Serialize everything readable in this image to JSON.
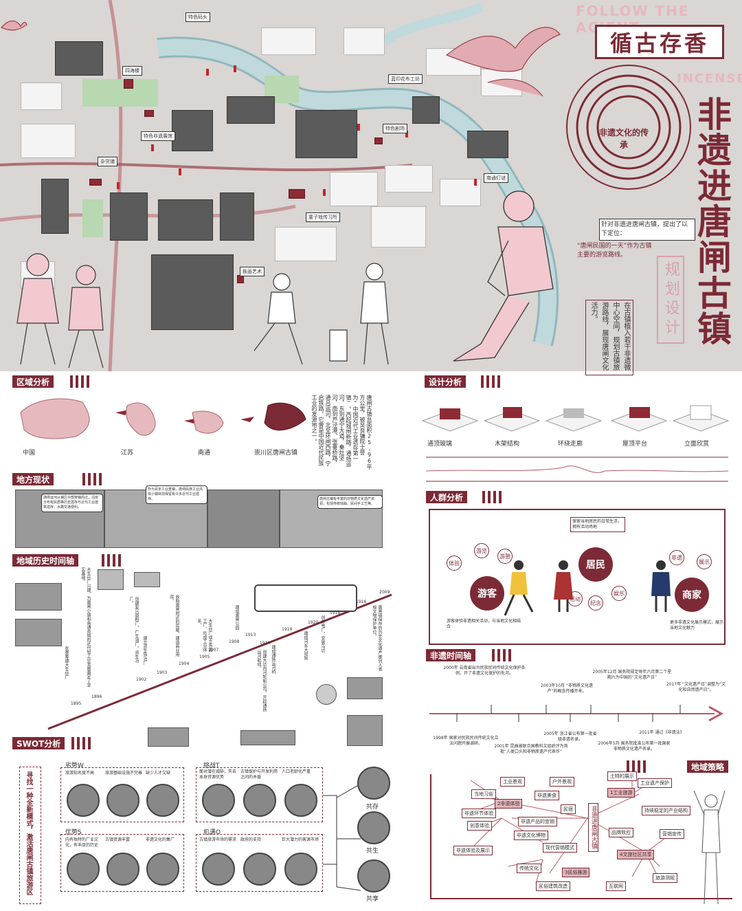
{
  "header": {
    "en_line1": "FOLLOW THE ACIENT",
    "en_line2": "INCENSE",
    "cn_boxed": "循古存香",
    "main_title": "非遗进唐闸古镇",
    "sub_title": "规划设计",
    "circle_text": "非遗文化的传承",
    "positioning_lead": "针对非遗进唐闸古镇，提出了以下定位：",
    "positioning_text": "“唐闸民国的一天”作为古镇主要的游览路线。",
    "vertical_text": "在古镇植入若干非遗微中心空间，规划古镇旅游路线，展现唐闸文化活力。"
  },
  "map_labels": [
    "特色码头",
    "四海楼",
    "蓝印花布工坊",
    "特色非遗展馆",
    "特色剧场",
    "杂货铺",
    "南通灯谜",
    "童子戏传习所",
    "板画艺术"
  ],
  "sections": {
    "region": "区域分析",
    "status": "地方现状",
    "timeline": "地域历史时间轴",
    "swot": "SWOT分析",
    "design": "设计分析",
    "crowd": "人群分析",
    "ich_timeline": "非遗时间轴",
    "strategy": "地域策略"
  },
  "region": {
    "places": [
      "中国",
      "江苏",
      "南通",
      "崇川区唐闸古镇"
    ],
    "desc": "唐闸古镇总面积25.96平方公里，被吴良镛院士誉为“中国近代工业遗存第一镇”。西起城闸新路，通扬运河，东到通宁大道，秦灶坚河，南到芦泾港、张謇桥路，通吕运河，北至环闸西路，宁启铁路。它曾是中国近代民族工业的发源地之一。"
  },
  "status": {
    "note1": "通扬运河从镇区中部穿镇而过，沿岸分布有民居等历史遗存与近代工业建筑遗存，水路交通便利。",
    "note2": "作为百年工业重镇，唐闸民族工业风情小镇目前保留有众多近代工业遗存。",
    "note3": "唐闸古镇有丰富的非物质文化遗产资源，包括传统戏曲、民间手工艺等。"
  },
  "history": {
    "years": [
      "1895",
      "1896",
      "1902",
      "1903",
      "1904",
      "1905",
      "1907",
      "1908",
      "1913",
      "1914",
      "1916",
      "1919",
      "1920",
      "1916",
      "2009"
    ],
    "events": [
      "张謇筹建大生纱厂",
      "大生纱厂兴建，为唐闸小镇和南通县城的近代轻工业发展奠定了坚实基础。",
      "创建复兴面粉厂，广生油厂，资生冶厂。",
      "建立资生铁冶厂",
      "收购唐闸附近的房屋，建造商业用房。",
      "大生纱厂成立各类工厂，形成工业体系。",
      "建成唐闸公园",
      "创建大达内河轮船公司，开辟通扬运河航线。",
      "建成通扬运河桥",
      "建成河东大戏院",
      "创办电厂，安装马达",
      "唐闸镇保存的历史文化遗产被列入省级文物保护单位。"
    ]
  },
  "swot": {
    "side_text": "寻找一种全新模式，激活唐闸古镇旅游区",
    "W": {
      "title": "劣势W",
      "items": [
        "旅游知名度不高",
        "旅游基础设施不完善",
        "缺少人才欠缺"
      ]
    },
    "T": {
      "title": "挑战T",
      "items": [
        "面对潜在威胁，失去本身资源优势",
        "古镇保护与开发利用之间的矛盾",
        "人口老龄化严重"
      ]
    },
    "S": {
      "title": "优势S",
      "items": [
        "内有独特的厂业文化，有丰厚的历史",
        "古镇资源丰富",
        "非遗文化的集广"
      ]
    },
    "O": {
      "title": "机遇O",
      "items": [
        "古镇旅游市场的需求",
        "政府的支持",
        "巨大潜力的客源市场"
      ]
    },
    "outcomes": [
      "共存",
      "共生",
      "共享"
    ]
  },
  "design": {
    "items": [
      "通顶玻璃",
      "木架结构",
      "环绕走廊",
      "屋顶平台",
      "立面欣赏"
    ]
  },
  "crowd": {
    "main": [
      "游客",
      "居民",
      "商家"
    ],
    "sub": [
      "体验",
      "游览",
      "游憩",
      "活动",
      "纪念",
      "娱乐",
      "非遗",
      "展示"
    ],
    "notes": [
      "游客体验非遗相关活动，与当地文化相结合",
      "保留当地居民的日常生活，拥有活动场地",
      "更多非遗文化展示模式，展示当地文化魅力"
    ]
  },
  "ich_timeline": {
    "top": [
      "2000年 云南省出台民族民间传统文化保护条例，开了非遗文化保护的先河。",
      "2003年10月 “非物质文化遗产”的概念传播开来。",
      "2005年12月 国务院规定每年六月第二个星期六为中国的“文化遗产日”",
      "2017年 “文化遗产日”调整为“文化和自然遗产日”。"
    ],
    "bottom": [
      "1998年 国家对民族民间传统文化立法问题开展调研。",
      "2001年 昆曲被联合国教科文组织评为首批“人类口头和非物质遗产代表作”",
      "2005年 浙江省公布第一批省级非遗名录。",
      "2006年5月 国务院批准公布第一批国家非物质文化遗产名录。",
      "2011年 通过《非遗法》"
    ]
  },
  "strategy": {
    "center": "非遗进唐闸古镇",
    "branches": [
      "1工业旅游",
      "2非遗体验",
      "3民俗雅游",
      "4文旅社区共享"
    ],
    "nodes": [
      "工业景观",
      "户外景观",
      "当地习俗",
      "非遗美食",
      "民宿",
      "非遗环节体验",
      "非遗产品的宣销",
      "创意体验",
      "非遗文化博物",
      "非遗体验及展示",
      "现代营销模式",
      "传统文化",
      "民俗建筑改造",
      "土特的展示",
      "工业遗产保护",
      "持续稳定的产业结构",
      "品牌效应",
      "营销宣传",
      "互联网",
      "旅游测规"
    ]
  },
  "colors": {
    "accent": "#7c2a36",
    "pink": "#e8b7be",
    "water": "#bfd9dc"
  }
}
